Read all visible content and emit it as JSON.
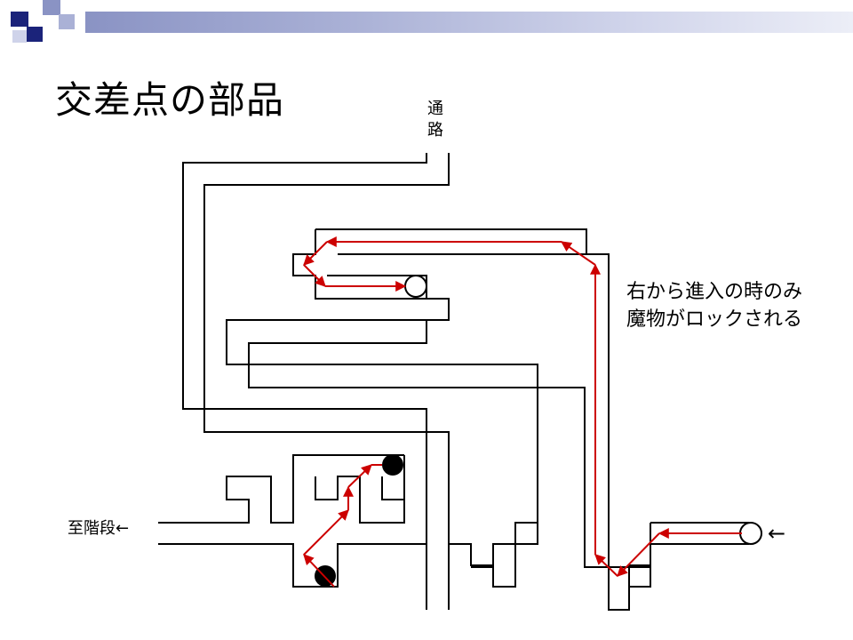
{
  "title": "交差点の部品",
  "passage_label": [
    "通",
    "路"
  ],
  "note_lines": [
    "右から進入の時のみ",
    "魔物がロックされる"
  ],
  "stairs_label": "至階段←",
  "entry_arrow": "←",
  "colors": {
    "path_line": "#cc0000",
    "wall": "#000000",
    "band": "#8a93c4",
    "deco_navy": "#1b237a"
  }
}
